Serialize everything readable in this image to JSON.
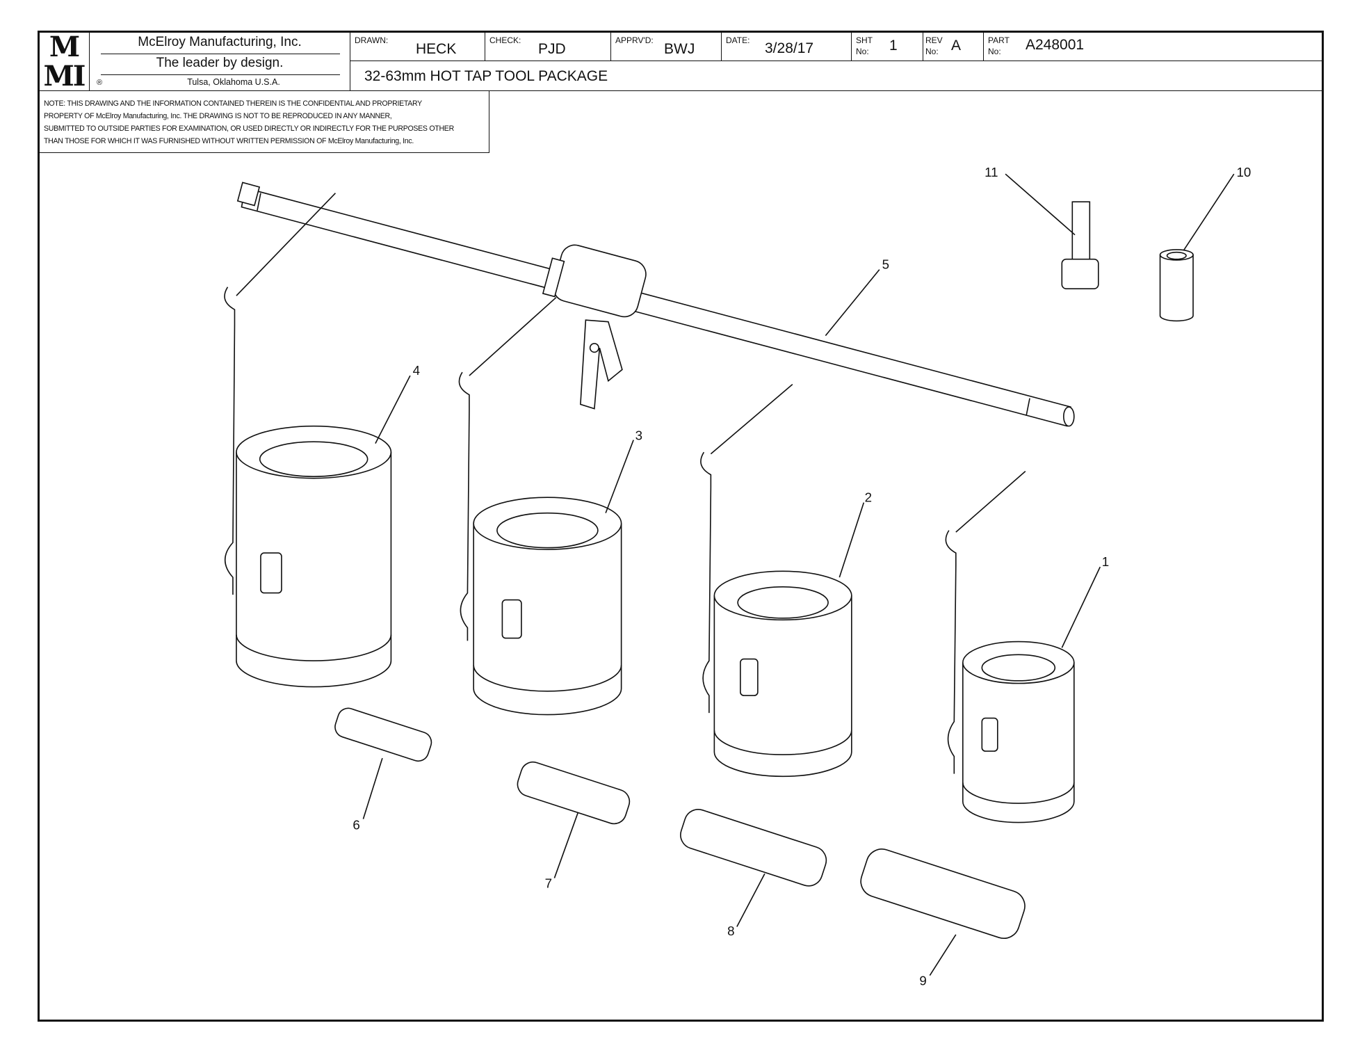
{
  "title_block": {
    "logo_text": [
      "M",
      "MI"
    ],
    "company": "McElroy Manufacturing, Inc.",
    "tagline": "The leader by design.",
    "registered_mark": "®",
    "location": "Tulsa, Oklahoma U.S.A.",
    "drawn_label": "DRAWN:",
    "drawn_value": "HECK",
    "check_label": "CHECK:",
    "check_value": "PJD",
    "apprvd_label": "APPRV'D:",
    "apprvd_value": "BWJ",
    "date_label": "DATE:",
    "date_value": "3/28/17",
    "sht_label_1": "SHT",
    "sht_label_2": "No:",
    "sht_value": "1",
    "rev_label_1": "REV",
    "rev_label_2": "No:",
    "rev_value": "A",
    "part_label_1": "PART",
    "part_label_2": "No:",
    "part_value": "A248001",
    "drawing_title": "32-63mm HOT TAP TOOL PACKAGE"
  },
  "note": [
    "NOTE: THIS DRAWING AND THE INFORMATION CONTAINED THEREIN IS THE CONFIDENTIAL AND PROPRIETARY",
    "PROPERTY OF McElroy Manufacturing, Inc. THE DRAWING IS NOT TO BE REPRODUCED IN ANY MANNER,",
    "SUBMITTED TO OUTSIDE PARTIES FOR EXAMINATION, OR USED DIRECTLY OR INDIRECTLY FOR THE PURPOSES OTHER",
    "THAN THOSE FOR WHICH IT WAS FURNISHED WITHOUT WRITTEN PERMISSION OF McElroy Manufacturing, Inc."
  ],
  "balloons": [
    "1",
    "2",
    "3",
    "4",
    "5",
    "6",
    "7",
    "8",
    "9",
    "10",
    "11"
  ]
}
